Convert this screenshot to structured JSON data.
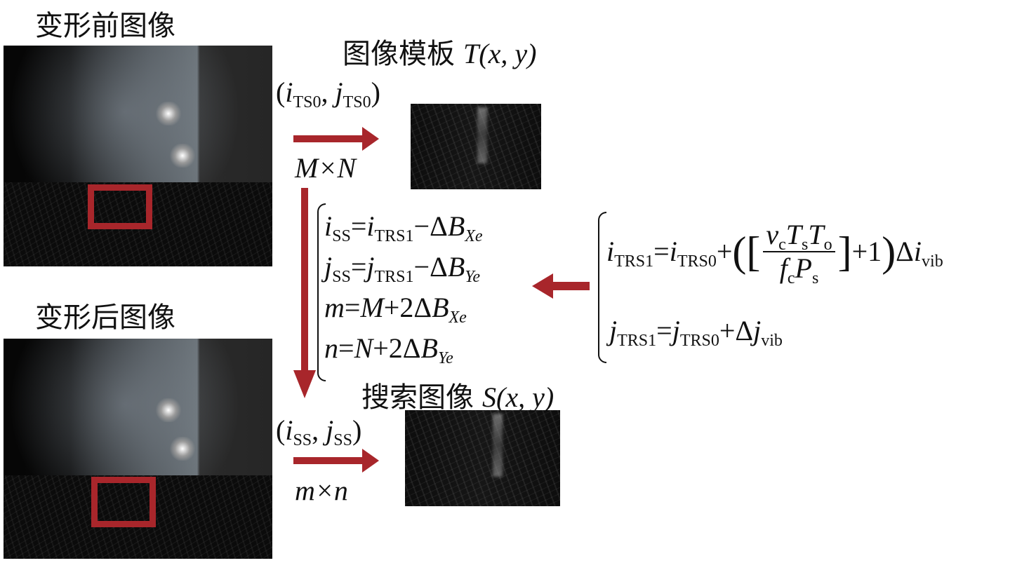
{
  "labels": {
    "before": "变形前图像",
    "after": "变形后图像",
    "template": "图像模板",
    "search": "搜索图像"
  },
  "math": {
    "template_func": "T(x, y)",
    "search_func": "S(x, y)",
    "ts0": "(iTS0, jTS0)",
    "ss": "(iSS, jSS)",
    "MxN": "M×N",
    "mxn": "m×n",
    "eq_left": [
      "iSS=iTRS1−ΔBXe",
      "jSS=jTRS1−ΔBYe",
      "m=M+2ΔBXe",
      "n=N+2ΔBYe"
    ],
    "eq_right": [
      "iTRS1=iTRS0+([vcTsTo/fcPs]+1)Δivib",
      "jTRS1=jTRS0+Δjvib"
    ]
  },
  "colors": {
    "accent": "#a8262b"
  }
}
